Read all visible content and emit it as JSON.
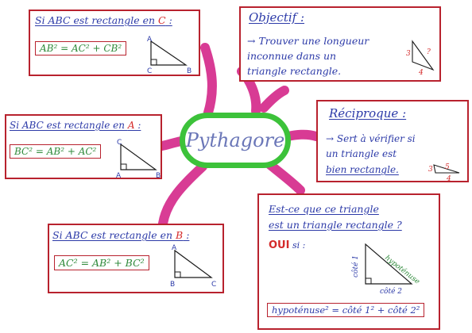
{
  "center": {
    "label": "Pythagore"
  },
  "colors": {
    "frame": "#b8222e",
    "branch": "#d21a82",
    "center_ring": "#3cc23a",
    "ink": "#2c3aa8",
    "accent": "#d42a2a",
    "formula": "#2f8a3b"
  },
  "card_c": {
    "title_pre": "Si ABC est rectangle en ",
    "title_vertex": "C",
    "title_post": " :",
    "formula": "AB² = AC² + CB²",
    "labels": {
      "top": "A",
      "left": "C",
      "right": "B"
    }
  },
  "card_a": {
    "title_pre": "Si ABC est rectangle en ",
    "title_vertex": "A",
    "title_post": " :",
    "formula": "BC² = AB² + AC²",
    "labels": {
      "top": "C",
      "left": "A",
      "right": "B"
    }
  },
  "card_b": {
    "title_pre": "Si ABC est rectangle en ",
    "title_vertex": "B",
    "title_post": " :",
    "formula": "AC² = AB² + BC²",
    "labels": {
      "top": "A",
      "left": "B",
      "right": "C"
    }
  },
  "objectif": {
    "heading": "Objectif :",
    "line1": "→ Trouver une longueur",
    "line2": "inconnue dans un",
    "line3": "triangle rectangle.",
    "tri_labels": {
      "a": "3",
      "b": "4",
      "c": "?"
    }
  },
  "reciproque": {
    "heading": "Réciproque :",
    "line1": "→ Sert à vérifier si",
    "line2": "un triangle est",
    "line3": "bien rectangle.",
    "tri_labels": {
      "a": "3",
      "b": "5",
      "c": "4"
    }
  },
  "question": {
    "line1": "Est-ce que ce triangle",
    "line2": "est un triangle rectangle ?",
    "oui": "OUI",
    "si": " si :",
    "hyp": "hypoténuse",
    "side1": "côté 1",
    "side2": "côté 2",
    "formula": "hypoténuse² = côté 1² + côté 2²"
  }
}
